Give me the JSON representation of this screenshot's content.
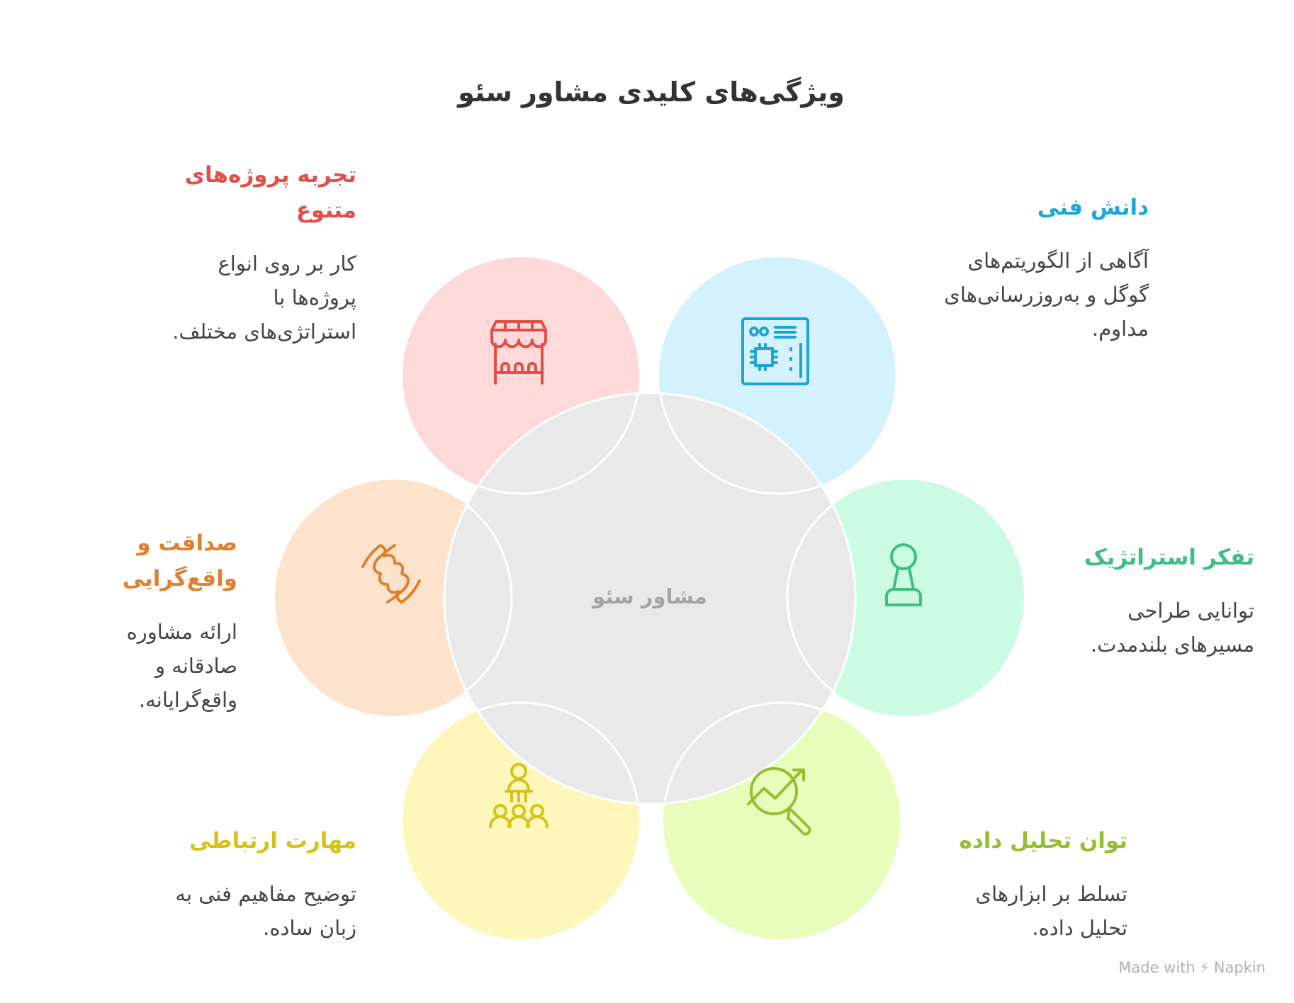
{
  "title": "ویژگی‌های کلیدی مشاور سئو",
  "center": {
    "label": "مشاور سئو",
    "color": "#e9e9e9"
  },
  "items": [
    {
      "heading": "تجربه پروژه‌های متنوع",
      "body": "کار بر روی انواع پروژه‌ها با استراتژی‌های مختلف.",
      "color": "#e0504a",
      "fill": "#fdd9d9",
      "icon": "storefront-icon"
    },
    {
      "heading": "دانش فنی",
      "body": "آگاهی از الگوریتم‌های گوگل و به‌روزرسانی‌های مداوم.",
      "color": "#1ea5d6",
      "fill": "#d3f2fd",
      "icon": "processor-chip-icon"
    },
    {
      "heading": "صداقت و واقع‌گرایی",
      "body": "ارائه مشاوره صادقانه و واقع‌گرایانه.",
      "color": "#e0802f",
      "fill": "#fde3cb",
      "icon": "handshake-icon"
    },
    {
      "heading": "تفکر استراتژیک",
      "body": "توانایی طراحی مسیرهای بلندمدت.",
      "color": "#3cbf80",
      "fill": "#cbfbe3",
      "icon": "chess-pawn-icon"
    },
    {
      "heading": "مهارت ارتباطی",
      "body": "توضیح مفاهیم فنی به زبان ساده.",
      "color": "#d7c21c",
      "fill": "#fdf7bb",
      "icon": "presenter-audience-icon"
    },
    {
      "heading": "توان تحلیل داده",
      "body": "تسلط بر ابزارهای تحلیل داده.",
      "color": "#97bd30",
      "fill": "#e8fdbb",
      "icon": "analytics-magnifier-icon"
    }
  ],
  "footer": {
    "made_with": "Made with",
    "brand": "Napkin"
  }
}
